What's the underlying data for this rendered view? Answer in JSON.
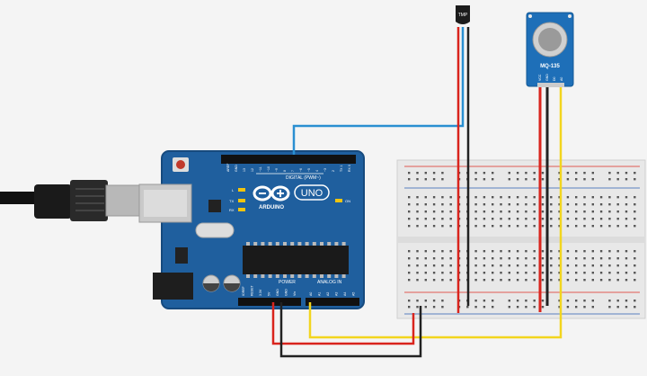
{
  "arduino": {
    "brand": "ARDUINO",
    "model": "UNO",
    "digital_label": "DIGITAL (PWM~)",
    "power_label": "POWER",
    "analog_label": "ANALOG IN",
    "led_labels": [
      "L",
      "TX",
      "RX"
    ],
    "on_label": "ON",
    "digital_pins": [
      "AREF",
      "GND",
      "13",
      "12",
      "~11",
      "~10",
      "~9",
      "8",
      "7",
      "~6",
      "~5",
      "4",
      "~3",
      "2",
      "TX 1",
      "RX 0"
    ],
    "power_pins": [
      "IOREF",
      "RESET",
      "3.3V",
      "5V",
      "GND",
      "GND",
      "Vin"
    ],
    "analog_pins": [
      "A0",
      "A1",
      "A2",
      "A3",
      "A4",
      "A5"
    ]
  },
  "temp_sensor": {
    "label": "TMP"
  },
  "gas_sensor": {
    "label": "MQ-135",
    "pins": [
      "VCC",
      "GND",
      "D0",
      "A0"
    ]
  },
  "colors": {
    "background": "#f4f4f4",
    "board_blue": "#1f5f9e",
    "sensor_blue": "#1e6fb8",
    "wire_red": "#d9241d",
    "wire_black": "#222222",
    "wire_yellow": "#f2d51e",
    "wire_blue": "#2a8fd1",
    "breadboard": "#e8e8e8",
    "rail_red": "#e05a52",
    "rail_blue": "#5a7fc0"
  }
}
